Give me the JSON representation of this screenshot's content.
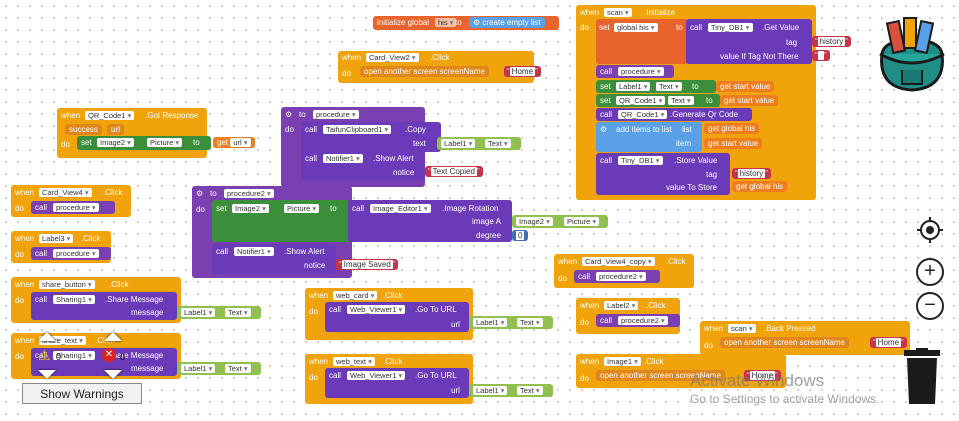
{
  "blocks": {
    "init_global": {
      "initialize": "initialize global",
      "name": "his",
      "to": "to",
      "create": "create empty list"
    },
    "card_view2": {
      "when": "when",
      "comp": "Card_View2",
      "event": ".Click",
      "do": "do",
      "action": "open another screen",
      "screenName": "screenName",
      "value": "Home"
    },
    "scan_init": {
      "when": "when",
      "comp": "scan",
      "event": ".Initialize",
      "do": "do",
      "set": "set",
      "global": "global his",
      "to": "to",
      "call": "call",
      "db": "Tiny_DB1",
      "method": ".Get Value",
      "tag": "tag",
      "tagval": "history",
      "ifnot": "value If Tag Not There",
      "call2": "call",
      "proc": "procedure",
      "set2": "set",
      "label1": "Label1",
      "text": "Text",
      "to2": "to",
      "getstart": "get start value",
      "set3": "set",
      "qr": "QR_Code1",
      "text2": "Text",
      "to3": "to",
      "getstart2": "get start value",
      "call3": "call",
      "qr2": "QR_Code1",
      "gen": ".Generate Qr Code",
      "additems": "add items to list",
      "list": "list",
      "getglobal": "get global his",
      "item": "item",
      "getstart3": "get start value",
      "call4": "call",
      "db2": "Tiny_DB1",
      "store": ".Store Value",
      "tag2": "tag",
      "tagval2": "history",
      "vts": "value To Store",
      "getglobal2": "get global his"
    },
    "qr_response": {
      "when": "when",
      "comp": "QR_Code1",
      "event": ".Got Response",
      "p1": "success",
      "p2": "url",
      "do": "do",
      "set": "set",
      "img": "Image2",
      "prop": "Picture",
      "to": "to",
      "get": "get",
      "url": "url"
    },
    "procedure_def": {
      "to": "to",
      "name": "procedure",
      "do": "do",
      "call": "call",
      "clip": "TaifunClipboard1",
      "copy": ".Copy",
      "text": "text",
      "lbl": "Label1",
      "prop": "Text",
      "call2": "call",
      "notifier": "Notifier1",
      "show": ".Show Alert",
      "notice": "notice",
      "value": "Text Copied"
    },
    "card_view4": {
      "when": "when",
      "comp": "Card_View4",
      "event": ".Click",
      "do": "do",
      "call": "call",
      "proc": "procedure"
    },
    "label3": {
      "when": "when",
      "comp": "Label3",
      "event": ".Click",
      "do": "do",
      "call": "call",
      "proc": "procedure"
    },
    "procedure2_def": {
      "to": "to",
      "name": "procedure2",
      "do": "do",
      "set": "set",
      "img": "Image2",
      "prop": "Picture",
      "to2": "to",
      "call": "call",
      "editor": "Image_Editor1",
      "rot": ".Image Rotation",
      "imageA": "image A",
      "img2": "Image2",
      "prop2": "Picture",
      "degree": "degree",
      "deg": "0",
      "call2": "call",
      "notifier": "Notifier1",
      "show": ".Show Alert",
      "notice": "notice",
      "value": "Image Saved"
    },
    "share_button": {
      "when": "when",
      "comp": "share_button",
      "event": ".Click",
      "do": "do",
      "call": "call",
      "sharing": "Sharing1",
      "share": ".Share Message",
      "message": "message",
      "lbl": "Label1",
      "prop": "Text"
    },
    "share_text": {
      "when": "when",
      "comp": "share_text",
      "event": ".Click",
      "do": "do",
      "call": "call",
      "sharing": "Sharing1",
      "share": ".Share Message",
      "message": "message",
      "lbl": "Label1",
      "prop": "Text"
    },
    "web_card": {
      "when": "when",
      "comp": "web_card",
      "event": ".Click",
      "do": "do",
      "call": "call",
      "web": "Web_Viewer1",
      "go": ".Go To URL",
      "url": "url",
      "lbl": "Label1",
      "prop": "Text"
    },
    "web_text": {
      "when": "when",
      "comp": "web_text",
      "event": ".Click",
      "do": "do",
      "call": "call",
      "web": "Web_Viewer1",
      "go": ".Go To URL",
      "url": "url",
      "lbl": "Label1",
      "prop": "Text"
    },
    "card_view4_copy": {
      "when": "when",
      "comp": "Card_View4_copy",
      "event": ".Click",
      "do": "do",
      "call": "call",
      "proc": "procedure2"
    },
    "label2": {
      "when": "when",
      "comp": "Label2",
      "event": ".Click",
      "do": "do",
      "call": "call",
      "proc": "procedure2"
    },
    "image1": {
      "when": "when",
      "comp": "Image1",
      "event": ".Click",
      "do": "do",
      "action": "open another screen",
      "screenName": "screenName",
      "value": "Home"
    },
    "scan_back": {
      "when": "when",
      "comp": "scan",
      "event": ".Back Pressed",
      "do": "do",
      "action": "open another screen",
      "screenName": "screenName",
      "value": "Home"
    }
  },
  "ui": {
    "show_warnings": "Show Warnings",
    "warn_count": "0",
    "err_count": "0",
    "zoom_in": "+",
    "zoom_out": "−"
  },
  "watermark": {
    "title": "Activate Windows",
    "subtitle": "Go to Settings to activate Windows."
  },
  "colors": {
    "event": "#f0a30a",
    "procedure": "#7a3fb0",
    "component": "#6a3ab8",
    "variable": "#ef7d1e",
    "text": "#c6344a",
    "list": "#5aa0e6",
    "label_prop": "#8fc050"
  }
}
